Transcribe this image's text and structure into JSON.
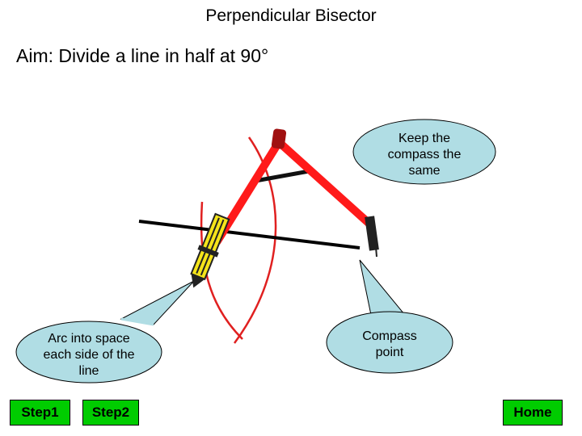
{
  "title": "Perpendicular Bisector",
  "aim": "Aim: Divide a line in half at 90°",
  "callouts": {
    "keep_same": "Keep the compass the same",
    "arc_into_space": "Arc into space each side of the line",
    "compass_point": "Compass point"
  },
  "buttons": {
    "step1": "Step1",
    "step2": "Step2",
    "home": "Home"
  },
  "colors": {
    "compass_arm": "#ff1a1a",
    "arc": "#e02020",
    "callout_fill": "#b0dde4",
    "button_fill": "#00cc00",
    "pencil": "#f5e51a"
  }
}
